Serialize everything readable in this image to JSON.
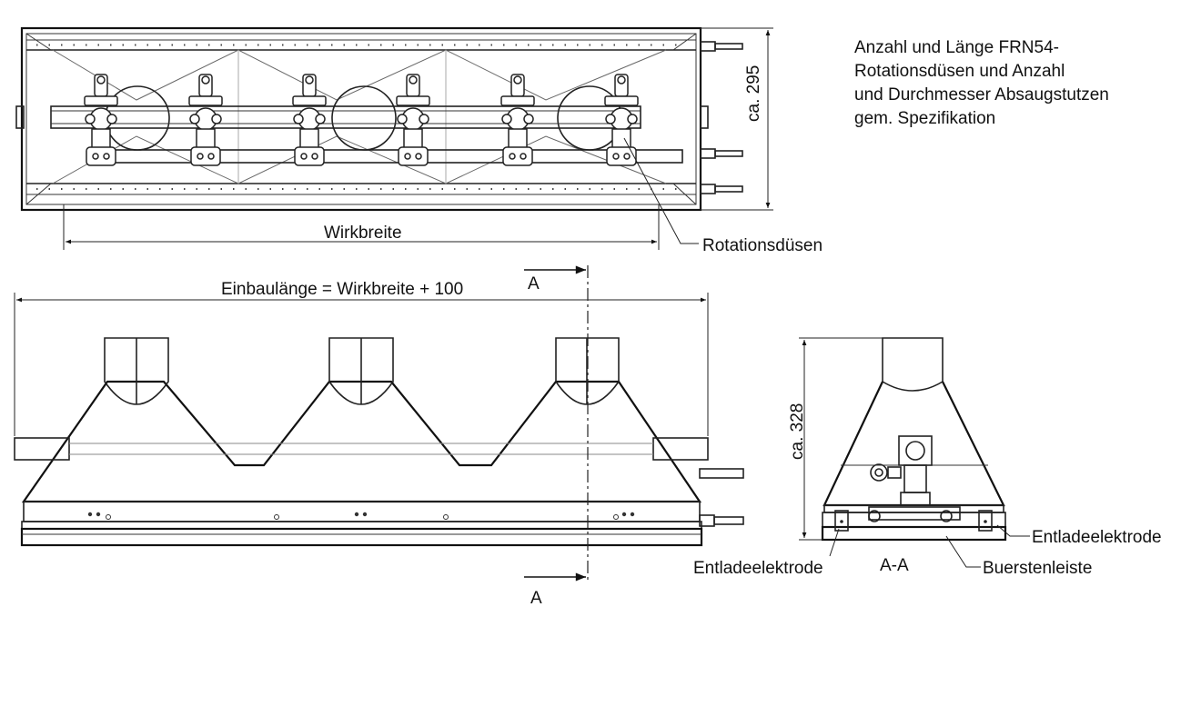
{
  "note": {
    "line1": "Anzahl und Länge FRN54-",
    "line2": "Rotationsdüsen und Anzahl",
    "line3": "und Durchmesser Absaugstutzen",
    "line4": "gem. Spezifikation"
  },
  "labels": {
    "height_top": "ca. 295",
    "wirkbreite": "Wirkbreite",
    "rotationsduesen": "Rotationsdüsen",
    "einbaulaenge": "Einbaulänge = Wirkbreite + 100",
    "section_marker_top": "A",
    "section_marker_bottom": "A",
    "height_section": "ca. 328",
    "entladeelektrode_right": "Entladeelektrode",
    "entladeelektrode_left": "Entladeelektrode",
    "section_title": "A-A",
    "buerstenleiste": "Buerstenleiste"
  }
}
